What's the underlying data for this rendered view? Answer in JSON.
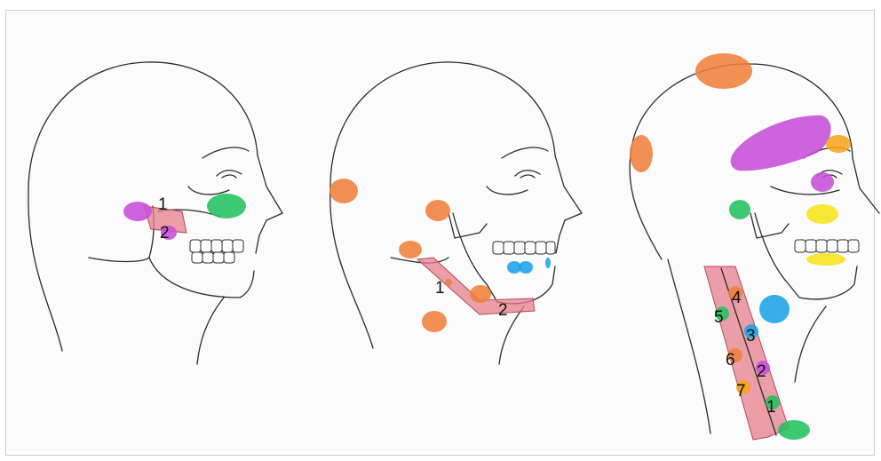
{
  "colors": {
    "orange": "#f0803a",
    "magenta": "#c74fd8",
    "green": "#22c15f",
    "blue": "#1aa3e8",
    "yellow": "#f5e31a",
    "amber": "#f5a51a",
    "pink_muscle": "#e77f8c"
  },
  "panels": [
    {
      "labels": [
        "1",
        "2"
      ]
    },
    {
      "labels": [
        "1",
        "2"
      ]
    },
    {
      "labels": [
        "4",
        "5",
        "3",
        "6",
        "2",
        "7",
        "1"
      ]
    }
  ]
}
